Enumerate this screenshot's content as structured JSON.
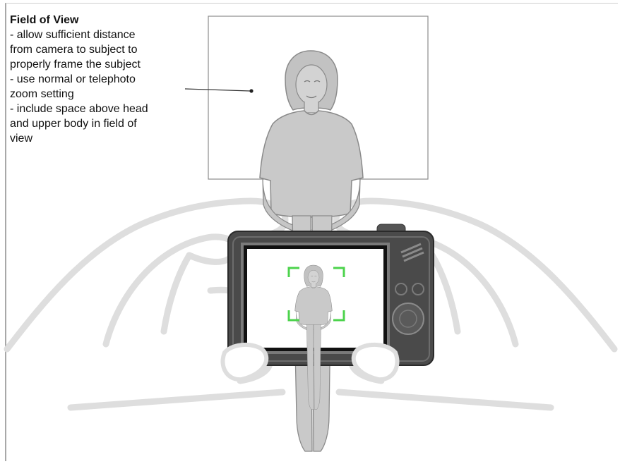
{
  "caption": {
    "title": "Field of View",
    "lines": [
      "- allow sufficient distance",
      "from camera to subject to",
      "properly frame the subject",
      "- use normal or telephoto",
      " zoom setting",
      "- include space above head",
      "and upper body in field of",
      "view"
    ]
  },
  "colors": {
    "figure_fill": "#c9c9c9",
    "figure_stroke": "#8f8f8f",
    "hand_stroke": "#dedede",
    "camera_body": "#4a4a4a",
    "focus_brackets": "#4cd34c"
  },
  "icons": [
    "field-of-view-frame",
    "subject-figure",
    "camera",
    "lcd-screen",
    "focus-brackets",
    "hands"
  ]
}
